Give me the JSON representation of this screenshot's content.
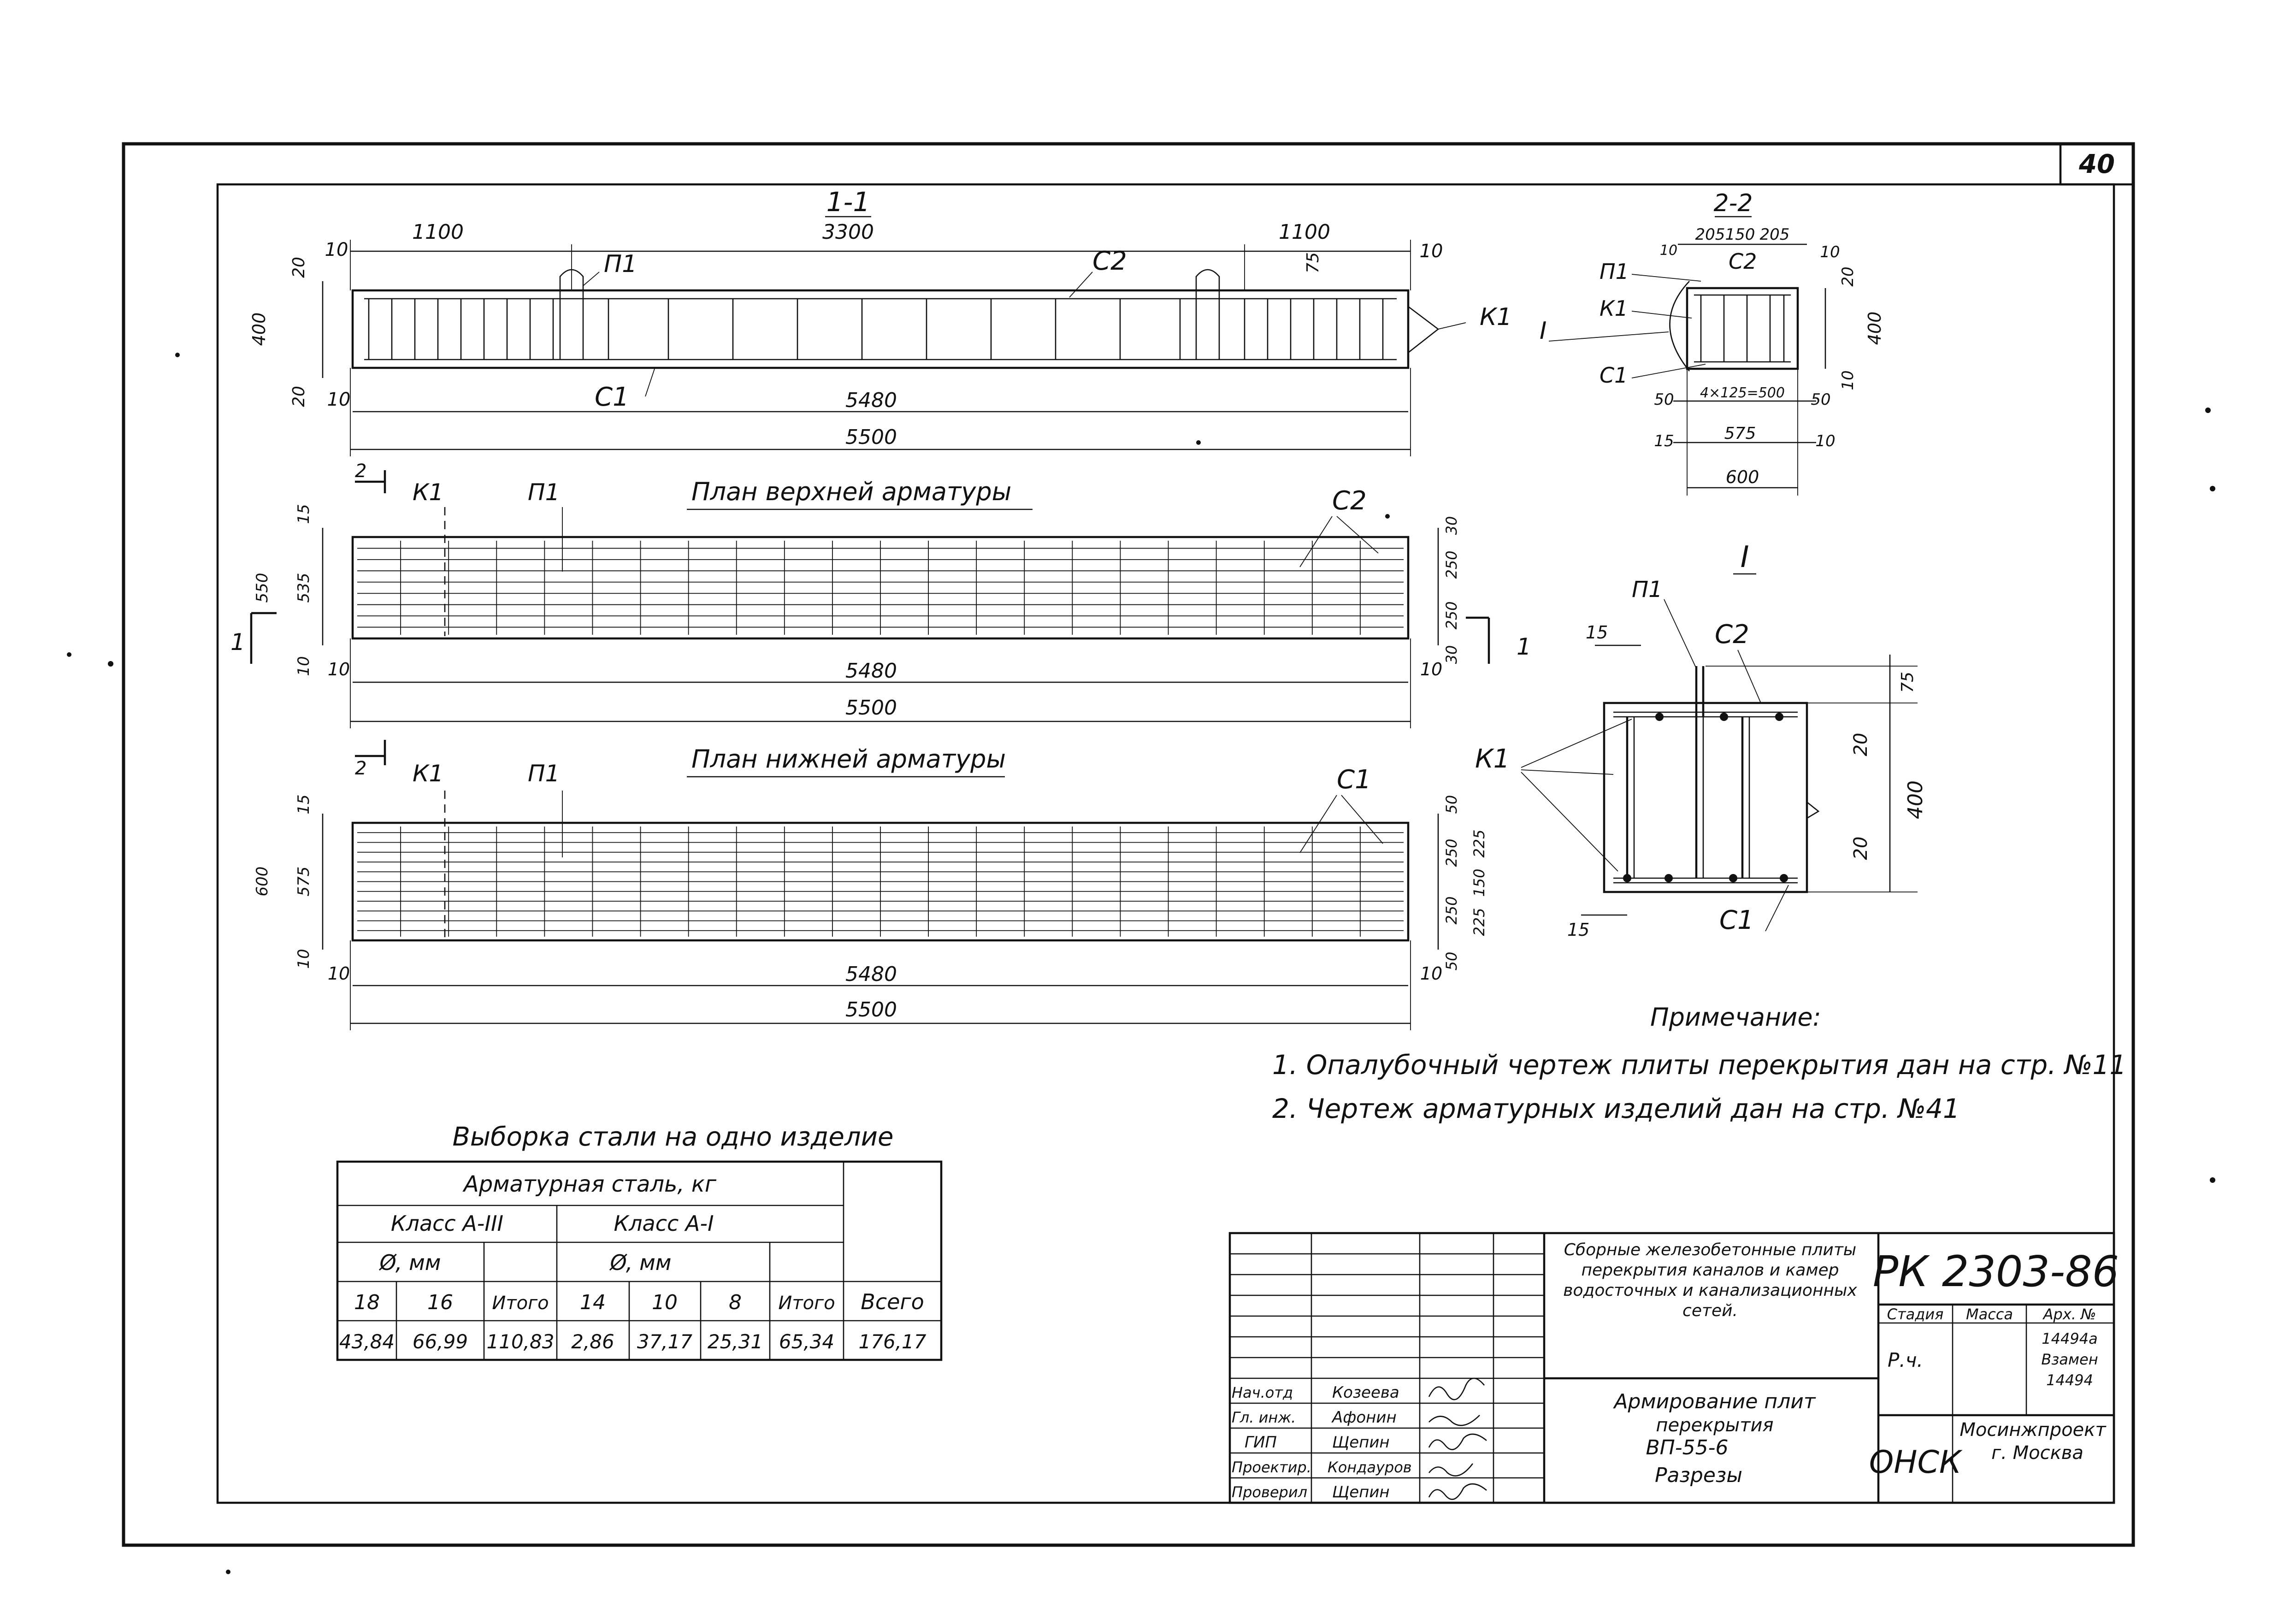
{
  "sheet_number": "40",
  "section_1_1": {
    "title": "1-1",
    "dims": {
      "d1100_left": "1100",
      "d3300": "3300",
      "d1100_right": "1100",
      "d10_left": "10",
      "d10_right": "10",
      "d75": "75",
      "d20_top": "20",
      "d400": "400",
      "d20_bottom": "20",
      "d10_bottom": "10",
      "d5480": "5480",
      "d5500": "5500"
    },
    "labels": {
      "p1": "П1",
      "c2": "С2",
      "k1": "К1",
      "c1": "С1"
    }
  },
  "section_2_2": {
    "title": "2-2",
    "dims": {
      "d10": "10",
      "d205a": "205",
      "d150": "150",
      "d205b": "205",
      "d10r": "10",
      "d20": "20",
      "d400": "400",
      "d10b": "10",
      "d50a": "50",
      "d4x125": "4×125=500",
      "d50b": "50",
      "d15": "15",
      "d575": "575",
      "d10c": "10",
      "d600": "600"
    },
    "labels": {
      "p1": "П1",
      "c2": "С2",
      "k1": "К1",
      "c1": "С1",
      "roman": "I"
    }
  },
  "top_plan": {
    "title": "План верхней арматуры",
    "marker": "2",
    "marker_left": "1",
    "marker_right": "1",
    "dims": {
      "d15": "15",
      "d550": "550",
      "d535": "535",
      "d10": "10",
      "d10b": "10",
      "d30a": "30",
      "d250a": "250",
      "d250b": "250",
      "d30b": "30",
      "d10r": "10",
      "d5480": "5480",
      "d5500": "5500"
    },
    "labels": {
      "k1": "К1",
      "p1": "П1",
      "c2": "С2"
    }
  },
  "bottom_plan": {
    "title": "План нижней арматуры",
    "marker": "2",
    "dims": {
      "d15": "15",
      "d600": "600",
      "d575": "575",
      "d10": "10",
      "d10b": "10",
      "d50a": "50",
      "d250a": "250",
      "d225a": "225",
      "d150": "150",
      "d250b": "250",
      "d225b": "225",
      "d50b": "50",
      "d10r": "10",
      "d5480": "5480",
      "d5500": "5500"
    },
    "labels": {
      "k1": "К1",
      "p1": "П1",
      "c1": "С1"
    }
  },
  "detail_I": {
    "title": "I",
    "dims": {
      "d15a": "15",
      "d75": "75",
      "d20a": "20",
      "d400": "400",
      "d20b": "20",
      "d15b": "15"
    },
    "labels": {
      "p1": "П1",
      "c2": "С2",
      "k1": "К1",
      "c1": "С1"
    }
  },
  "notes": {
    "heading": "Примечание:",
    "items": [
      "1. Опалубочный чертеж плиты перекрытия дан на стр. №11",
      "2. Чертеж арматурных изделий дан на стр. №41"
    ]
  },
  "steel_table": {
    "title": "Выборка стали на одно изделие",
    "header_main": "Арматурная сталь, кг",
    "class_a3": "Класс А-III",
    "class_a1": "Класс А-I",
    "diam_mm_a3": "Ø, мм",
    "diam_mm_a1": "Ø, мм",
    "total_label": "Всего",
    "columns": [
      "18",
      "16",
      "Итого",
      "14",
      "10",
      "8",
      "Итого"
    ],
    "values": [
      "43,84",
      "66,99",
      "110,83",
      "2,86",
      "37,17",
      "25,31",
      "65,34",
      "176,17"
    ]
  },
  "title_block": {
    "code": "РК 2303-86",
    "project_title": "Сборные железобетонные плиты перекрытия каналов и камер водосточных и канализационных сетей.",
    "sheet_title_1": "Армирование плит",
    "sheet_title_2": "перекрытия",
    "sheet_title_3": "ВП-55-6",
    "sheet_title_4": "Разрезы",
    "stage_label": "Стадия",
    "mass_label": "Масса",
    "arch_label": "Арх. №",
    "stage_value": "Р.ч.",
    "arch_value_1": "14494а",
    "arch_value_2": "Взамен",
    "arch_value_3": "14494",
    "org_short": "ОНСК",
    "org_1": "Мосинжпроект",
    "org_2": "г. Москва",
    "roles": [
      {
        "role": "Нач.отд",
        "name": "Козеева"
      },
      {
        "role": "Гл. инж.",
        "name": "Афонин"
      },
      {
        "role": "ГИП",
        "name": "Щепин"
      },
      {
        "role": "Проектир.",
        "name": "Кондауров"
      },
      {
        "role": "Проверил",
        "name": "Щепин"
      }
    ]
  }
}
